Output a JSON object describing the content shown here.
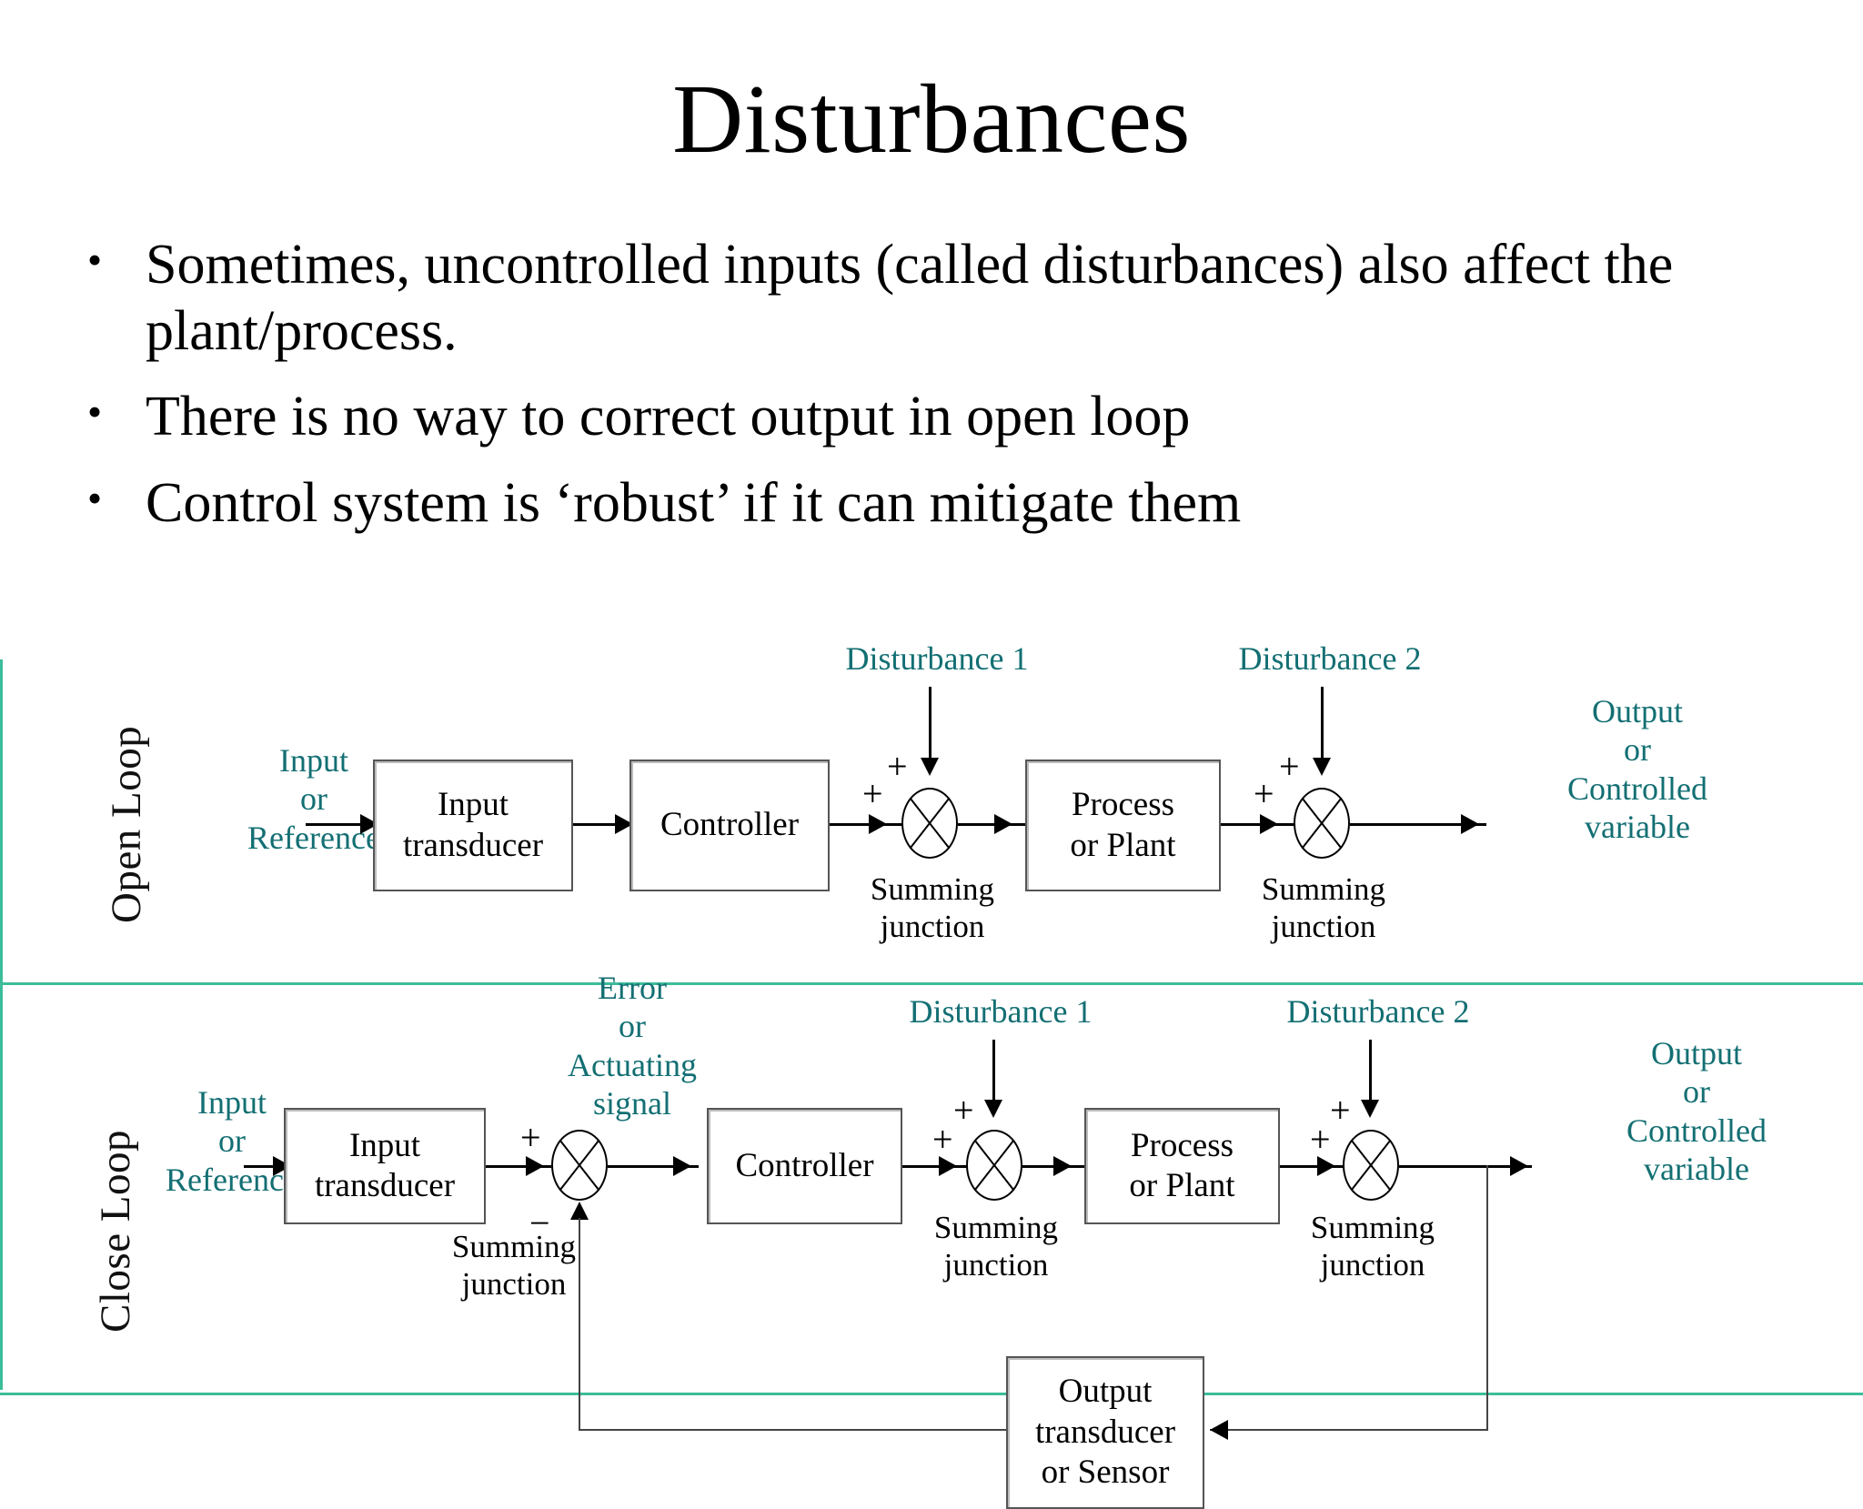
{
  "slide": {
    "title": "Disturbances",
    "bullets": [
      "Sometimes, uncontrolled inputs (called disturbances) also affect the plant/process.",
      "There is no way to correct output in open loop",
      "Control system is ‘robust’ if it can mitigate them"
    ],
    "bullet_marker": "•"
  },
  "colors": {
    "annotation_teal": "#136f73",
    "divider_green": "#3bbd9a",
    "block_border": "#555555",
    "line_black": "#000000"
  },
  "figure": {
    "open_loop": {
      "side_label": "Open Loop",
      "input_label": "Input\nor\nReference",
      "input_label_lines": [
        "Input",
        "or",
        "Reference"
      ],
      "blocks": [
        {
          "name": "input-transducer",
          "lines": [
            "Input",
            "transducer"
          ]
        },
        {
          "name": "controller",
          "lines": [
            "Controller"
          ]
        },
        {
          "name": "process-or-plant",
          "lines": [
            "Process",
            "or Plant"
          ]
        }
      ],
      "disturbances": [
        "Disturbance 1",
        "Disturbance 2"
      ],
      "summing_junctions": [
        {
          "name": "summing-junction-1",
          "lines": [
            "Summing",
            "junction"
          ],
          "signs": [
            "+",
            "+"
          ]
        },
        {
          "name": "summing-junction-2",
          "lines": [
            "Summing",
            "junction"
          ],
          "signs": [
            "+",
            "+"
          ]
        }
      ],
      "output_label_lines": [
        "Output",
        "or",
        "Controlled",
        "variable"
      ]
    },
    "close_loop": {
      "side_label": "Close Loop",
      "input_label_lines": [
        "Input",
        "or",
        "Reference"
      ],
      "error_label_lines": [
        "Error",
        "or",
        "Actuating",
        "signal"
      ],
      "blocks": [
        {
          "name": "input-transducer",
          "lines": [
            "Input",
            "transducer"
          ]
        },
        {
          "name": "controller",
          "lines": [
            "Controller"
          ]
        },
        {
          "name": "process-or-plant",
          "lines": [
            "Process",
            "or Plant"
          ]
        },
        {
          "name": "output-transducer-or-sensor",
          "lines": [
            "Output",
            "transducer",
            "or Sensor"
          ]
        }
      ],
      "disturbances": [
        "Disturbance 1",
        "Disturbance 2"
      ],
      "summing_junctions": [
        {
          "name": "summing-junction-error",
          "lines": [
            "Summing",
            "junction"
          ],
          "signs": [
            "+",
            "−"
          ]
        },
        {
          "name": "summing-junction-1",
          "lines": [
            "Summing",
            "junction"
          ],
          "signs": [
            "+",
            "+"
          ]
        },
        {
          "name": "summing-junction-2",
          "lines": [
            "Summing",
            "junction"
          ],
          "signs": [
            "+",
            "+"
          ]
        }
      ],
      "output_label_lines": [
        "Output",
        "or",
        "Controlled",
        "variable"
      ]
    }
  }
}
